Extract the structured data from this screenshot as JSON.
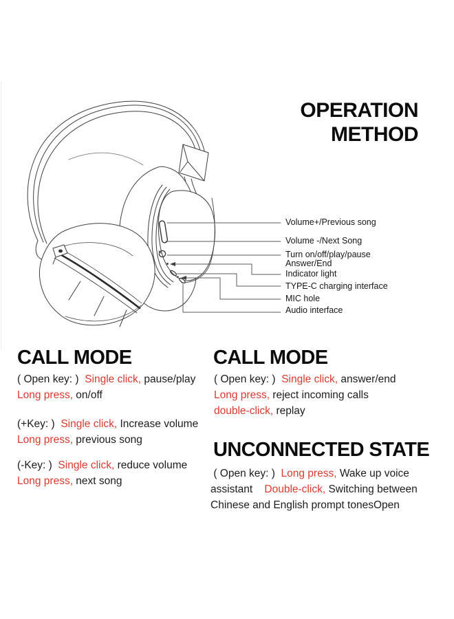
{
  "colors": {
    "accent_red": "#d83a30",
    "ink": "#1c1c1c",
    "heading_black": "#0c0c0c",
    "drawing_line_gray": "#3f3f3f"
  },
  "title": {
    "line1": "OPERATION",
    "line2": "METHOD"
  },
  "callouts": {
    "volume_plus": "Volume+/Previous song",
    "volume_minus": "Volume -/Next Song",
    "power_1": "Turn on/off/play/pause",
    "power_2": "Answer/End",
    "indicator": "Indicator light",
    "type_c": "TYPE-C charging interface",
    "mic": "MIC hole",
    "audio": "Audio interface"
  },
  "call_mode_music": {
    "heading": "CALL MODE",
    "blocks": [
      {
        "lines": [
          [
            {
              "t": "( Open key: )  ",
              "c": "k"
            },
            {
              "t": "Single click,",
              "c": "r"
            },
            {
              "t": " pause/play",
              "c": "k"
            }
          ],
          [
            {
              "t": "Long press,",
              "c": "r"
            },
            {
              "t": " on/off",
              "c": "k"
            }
          ]
        ]
      },
      {
        "lines": [
          [
            {
              "t": "(+Key: )  ",
              "c": "k"
            },
            {
              "t": "Single click,",
              "c": "r"
            },
            {
              "t": " Increase volume",
              "c": "k"
            }
          ],
          [
            {
              "t": "Long press,",
              "c": "r"
            },
            {
              "t": " previous song",
              "c": "k"
            }
          ]
        ]
      },
      {
        "lines": [
          [
            {
              "t": "(-Key: )  ",
              "c": "k"
            },
            {
              "t": "Single click,",
              "c": "r"
            },
            {
              "t": " reduce volume",
              "c": "k"
            }
          ],
          [
            {
              "t": "Long press,",
              "c": "r"
            },
            {
              "t": " next song",
              "c": "k"
            }
          ]
        ]
      }
    ]
  },
  "call_mode_phone": {
    "heading": "CALL MODE",
    "lines": [
      [
        {
          "t": "( Open key: )  ",
          "c": "k"
        },
        {
          "t": "Single click,",
          "c": "r"
        },
        {
          "t": " answer/end",
          "c": "k"
        }
      ],
      [
        {
          "t": "Long press,",
          "c": "r"
        },
        {
          "t": " reject incoming calls",
          "c": "k"
        }
      ],
      [
        {
          "t": "double-click,",
          "c": "r"
        },
        {
          "t": " replay",
          "c": "k"
        }
      ]
    ]
  },
  "unconnected_state": {
    "heading": "UNCONNECTED STATE",
    "lines": [
      [
        {
          "t": " ( Open key: )  ",
          "c": "k"
        },
        {
          "t": "Long press,",
          "c": "r"
        },
        {
          "t": " Wake up voice",
          "c": "k"
        }
      ],
      [
        {
          "t": "assistant    ",
          "c": "k"
        },
        {
          "t": "Double-click,",
          "c": "r"
        },
        {
          "t": " Switching between",
          "c": "k"
        }
      ],
      [
        {
          "t": "Chinese and English prompt tonesOpen",
          "c": "k"
        }
      ]
    ]
  }
}
